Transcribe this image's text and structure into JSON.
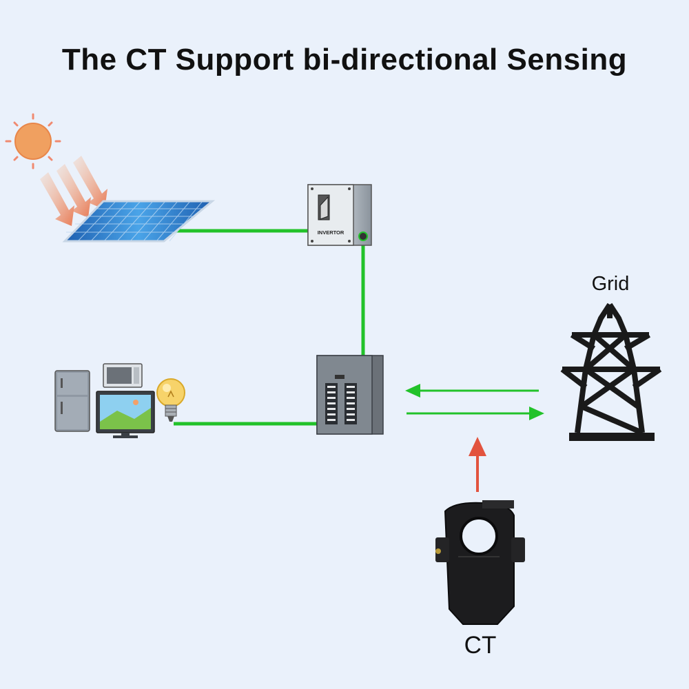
{
  "title": "The CT Support bi-directional Sensing",
  "labels": {
    "inverter": "INVERTOR",
    "grid": "Grid",
    "ct": "CT"
  },
  "colors": {
    "background": "#eaf1fb",
    "wire": "#22c22a",
    "flow_arrow": "#22c22a",
    "sensor_arrow": "#e2533e",
    "sun": "#f0a060"
  },
  "icons": [
    "sun-icon",
    "solar-panel-icon",
    "inverter-icon",
    "fridge-icon",
    "microwave-icon",
    "monitor-icon",
    "light-bulb-icon",
    "breaker-panel-icon",
    "transmission-tower-icon",
    "ct-clamp-icon"
  ]
}
